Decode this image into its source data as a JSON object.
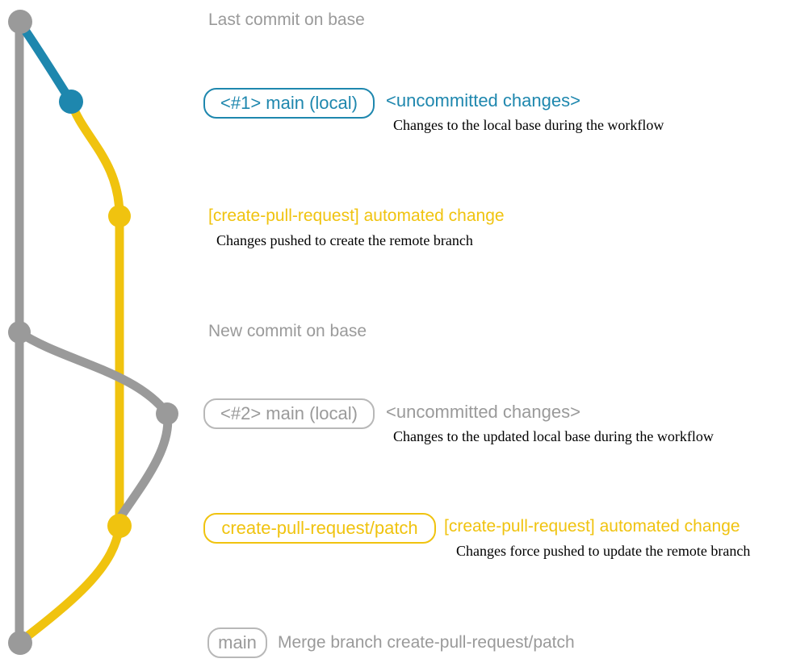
{
  "colors": {
    "gray": "#9a9a9a",
    "gray_border": "#b8b8b8",
    "blue": "#1e87ae",
    "yellow": "#f0c30f",
    "black": "#000000"
  },
  "annotations": {
    "last_commit_title": "Last commit on base",
    "new_commit_title": "New commit on base",
    "row1": {
      "branch_label": "<#1> main (local)",
      "status": "<uncommitted changes>",
      "description": "Changes to the local base during the workflow"
    },
    "row2": {
      "commit_message": "[create-pull-request] automated change",
      "description": "Changes pushed to create the remote branch"
    },
    "row3": {
      "branch_label": "<#2> main (local)",
      "status": "<uncommitted changes>",
      "description": "Changes to the updated local base during the workflow"
    },
    "row4": {
      "branch_label": "create-pull-request/patch",
      "commit_message": "[create-pull-request] automated change",
      "description": "Changes force pushed to update the remote branch"
    },
    "row5": {
      "branch_label": "main",
      "commit_message": "Merge branch create-pull-request/patch"
    }
  }
}
